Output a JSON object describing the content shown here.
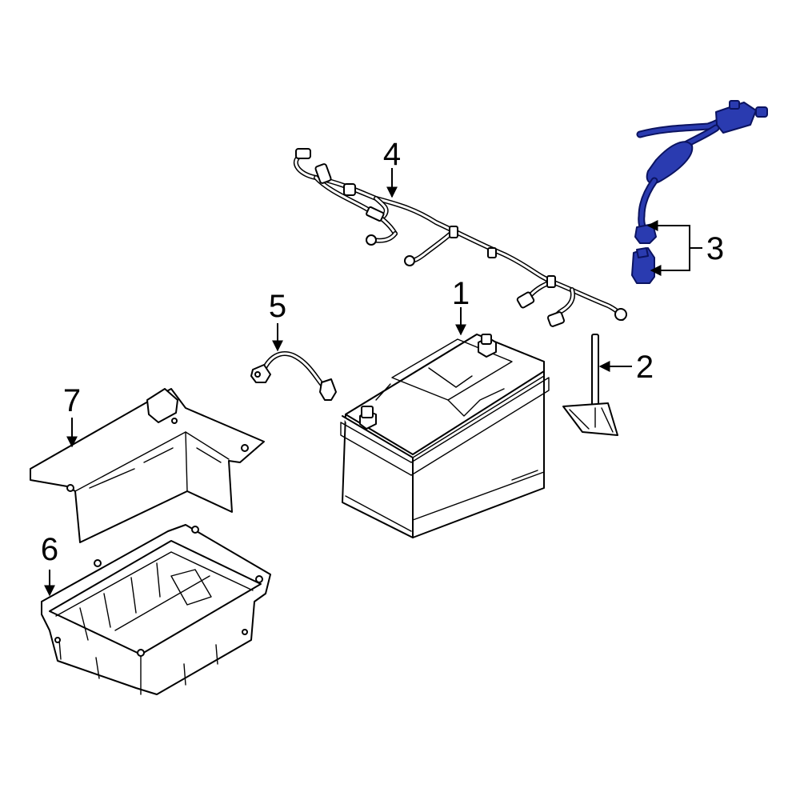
{
  "callouts": {
    "battery": "1",
    "hold_down": "2",
    "sensor_cable": "3",
    "harness": "4",
    "ground_cable": "5",
    "tray": "6",
    "shield": "7"
  },
  "colors": {
    "highlight": "#2a3bb0",
    "line": "#000000",
    "background": "#ffffff"
  }
}
